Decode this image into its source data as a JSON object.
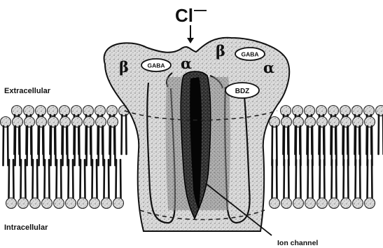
{
  "figure": {
    "ion": "Cl",
    "ion_charge": "—",
    "labels": {
      "extracellular": "Extracellular",
      "intracellular": "Intracellular",
      "ion_channel": "Ion channel"
    },
    "subunits": {
      "beta_left": "β",
      "alpha_left": "α",
      "beta_right": "β",
      "alpha_right": "α"
    },
    "binding_sites": {
      "gaba_left": "GABA",
      "gaba_right": "GABA",
      "bdz": "BDZ"
    }
  }
}
